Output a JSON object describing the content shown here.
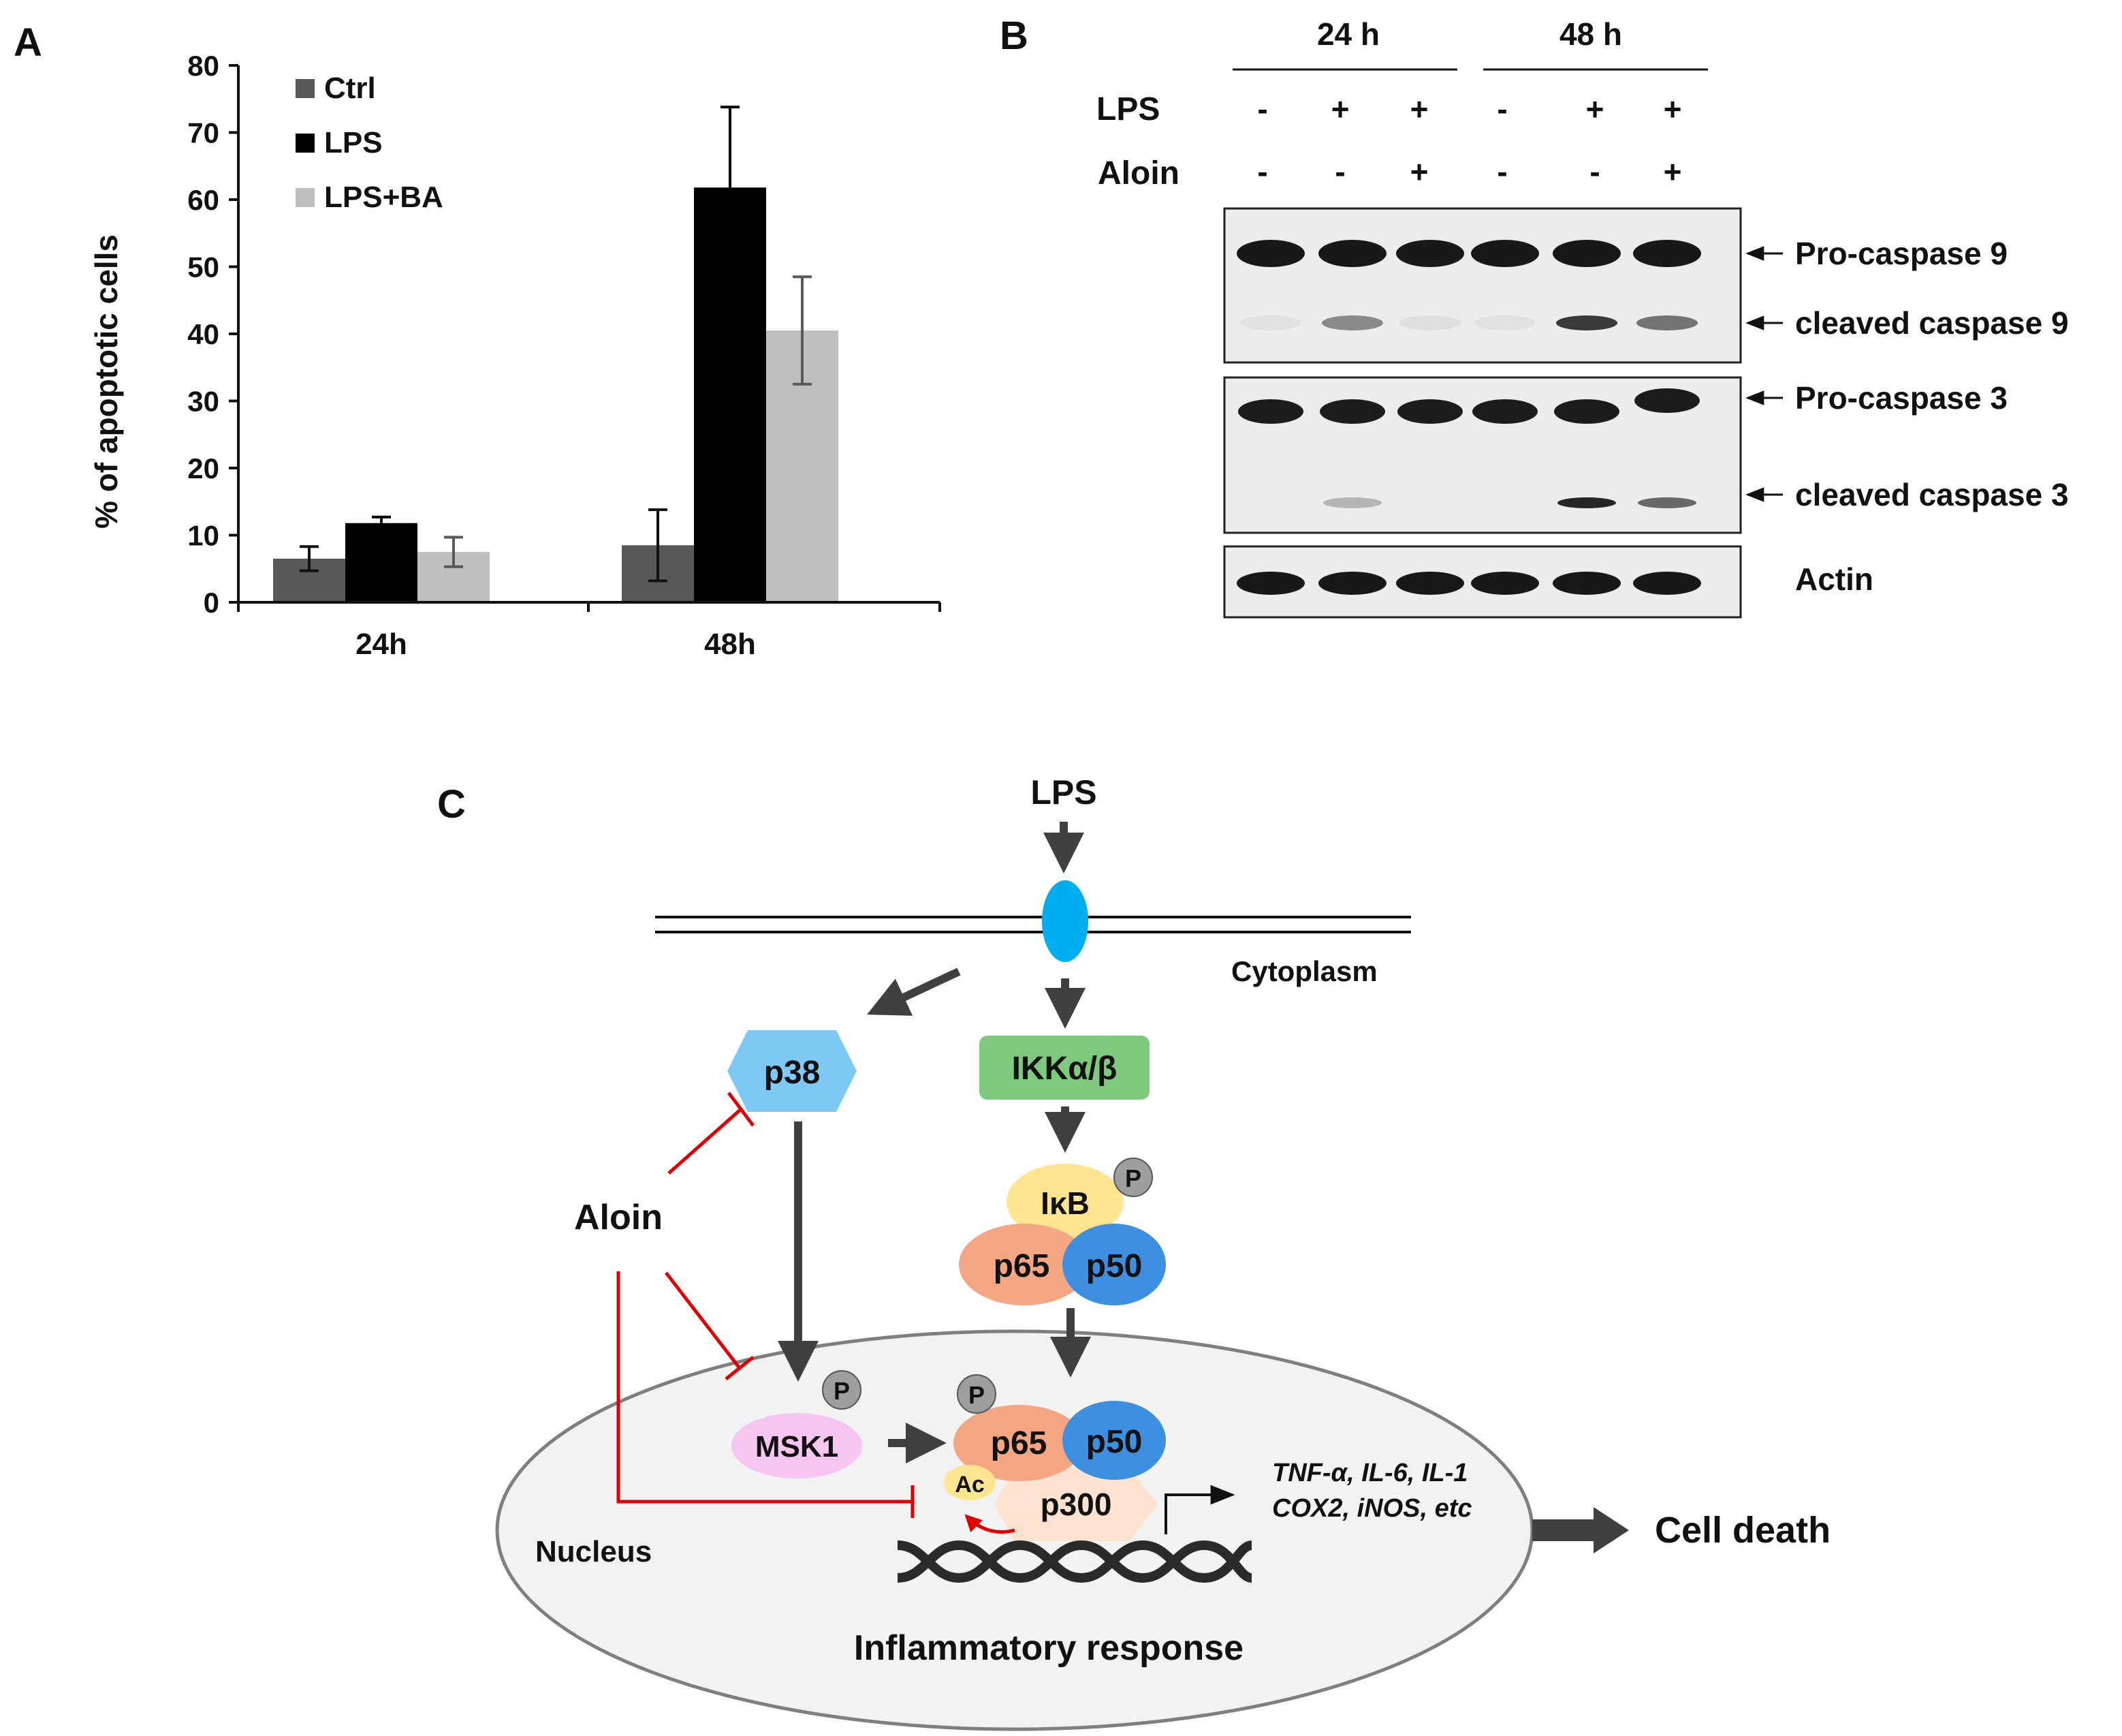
{
  "panels": {
    "a": "A",
    "b": "B",
    "c": "C"
  },
  "chart_data": {
    "type": "bar",
    "title": "",
    "xlabel": "",
    "ylabel": "% of apoptotic cells",
    "ylim": [
      0,
      80
    ],
    "yticks": [
      "0",
      "10",
      "20",
      "30",
      "40",
      "50",
      "60",
      "70",
      "80"
    ],
    "categories": [
      "24h",
      "48h"
    ],
    "legend_position": "top-left",
    "grid": false,
    "series": [
      {
        "name": "Ctrl",
        "color": "#595959",
        "values": [
          6.5,
          8.5
        ],
        "errors": [
          1.8,
          5.3
        ]
      },
      {
        "name": "LPS",
        "color": "#000000",
        "values": [
          11.8,
          61.8
        ],
        "errors": [
          0.9,
          12.0
        ]
      },
      {
        "name": "LPS+BA",
        "color": "#bfbfbf",
        "values": [
          7.5,
          40.5
        ],
        "errors": [
          2.2,
          8.0
        ]
      }
    ]
  },
  "blot": {
    "time_labels": [
      "24 h",
      "48 h"
    ],
    "row_labels": [
      "LPS",
      "Aloin"
    ],
    "lps_signs": [
      "-",
      "+",
      "+",
      "-",
      "+",
      "+"
    ],
    "aloin_signs": [
      "-",
      "-",
      "+",
      "-",
      "-",
      "+"
    ],
    "band_labels": {
      "pro9": "Pro-caspase 9",
      "cl9": "cleaved caspase 9",
      "pro3": "Pro-caspase 3",
      "cl3": "cleaved caspase 3",
      "actin": "Actin"
    }
  },
  "pathway": {
    "lps": "LPS",
    "cytoplasm": "Cytoplasm",
    "p38": "p38",
    "ikk": "IKKα/β",
    "ikb": "IκB",
    "p": "P",
    "p65": "p65",
    "p50": "p50",
    "aloin": "Aloin",
    "msk1": "MSK1",
    "ac": "Ac",
    "p300": "p300",
    "genes_line1": "TNF-α, IL-6, IL-1",
    "genes_line2": "COX2, iNOS, etc",
    "cell_death": "Cell death",
    "nucleus": "Nucleus",
    "inflammatory": "Inflammatory response"
  }
}
